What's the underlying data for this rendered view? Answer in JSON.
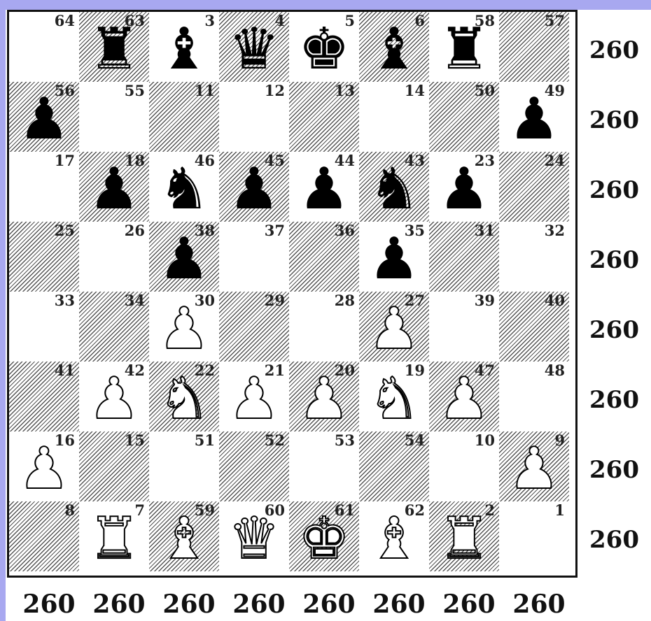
{
  "colors": {
    "frame": "#a8a8f0",
    "dark_square_hatch": "#555555",
    "light_square": "#ffffff"
  },
  "board": {
    "ranks": [
      [
        {
          "n": "64",
          "piece": "",
          "color": ""
        },
        {
          "n": "63",
          "piece": "rook",
          "color": "black"
        },
        {
          "n": "3",
          "piece": "bishop",
          "color": "black"
        },
        {
          "n": "4",
          "piece": "queen",
          "color": "black"
        },
        {
          "n": "5",
          "piece": "king",
          "color": "black"
        },
        {
          "n": "6",
          "piece": "bishop",
          "color": "black"
        },
        {
          "n": "58",
          "piece": "rook",
          "color": "black"
        },
        {
          "n": "57",
          "piece": "",
          "color": ""
        }
      ],
      [
        {
          "n": "56",
          "piece": "pawn",
          "color": "black"
        },
        {
          "n": "55",
          "piece": "",
          "color": ""
        },
        {
          "n": "11",
          "piece": "",
          "color": ""
        },
        {
          "n": "12",
          "piece": "",
          "color": ""
        },
        {
          "n": "13",
          "piece": "",
          "color": ""
        },
        {
          "n": "14",
          "piece": "",
          "color": ""
        },
        {
          "n": "50",
          "piece": "",
          "color": ""
        },
        {
          "n": "49",
          "piece": "pawn",
          "color": "black"
        }
      ],
      [
        {
          "n": "17",
          "piece": "",
          "color": ""
        },
        {
          "n": "18",
          "piece": "pawn",
          "color": "black"
        },
        {
          "n": "46",
          "piece": "knight",
          "color": "black"
        },
        {
          "n": "45",
          "piece": "pawn",
          "color": "black"
        },
        {
          "n": "44",
          "piece": "pawn",
          "color": "black"
        },
        {
          "n": "43",
          "piece": "knight",
          "color": "black"
        },
        {
          "n": "23",
          "piece": "pawn",
          "color": "black"
        },
        {
          "n": "24",
          "piece": "",
          "color": ""
        }
      ],
      [
        {
          "n": "25",
          "piece": "",
          "color": ""
        },
        {
          "n": "26",
          "piece": "",
          "color": ""
        },
        {
          "n": "38",
          "piece": "pawn",
          "color": "black"
        },
        {
          "n": "37",
          "piece": "",
          "color": ""
        },
        {
          "n": "36",
          "piece": "",
          "color": ""
        },
        {
          "n": "35",
          "piece": "pawn",
          "color": "black"
        },
        {
          "n": "31",
          "piece": "",
          "color": ""
        },
        {
          "n": "32",
          "piece": "",
          "color": ""
        }
      ],
      [
        {
          "n": "33",
          "piece": "",
          "color": ""
        },
        {
          "n": "34",
          "piece": "",
          "color": ""
        },
        {
          "n": "30",
          "piece": "pawn",
          "color": "white"
        },
        {
          "n": "29",
          "piece": "",
          "color": ""
        },
        {
          "n": "28",
          "piece": "",
          "color": ""
        },
        {
          "n": "27",
          "piece": "pawn",
          "color": "white"
        },
        {
          "n": "39",
          "piece": "",
          "color": ""
        },
        {
          "n": "40",
          "piece": "",
          "color": ""
        }
      ],
      [
        {
          "n": "41",
          "piece": "",
          "color": ""
        },
        {
          "n": "42",
          "piece": "pawn",
          "color": "white"
        },
        {
          "n": "22",
          "piece": "knight",
          "color": "white"
        },
        {
          "n": "21",
          "piece": "pawn",
          "color": "white"
        },
        {
          "n": "20",
          "piece": "pawn",
          "color": "white"
        },
        {
          "n": "19",
          "piece": "knight",
          "color": "white"
        },
        {
          "n": "47",
          "piece": "pawn",
          "color": "white"
        },
        {
          "n": "48",
          "piece": "",
          "color": ""
        }
      ],
      [
        {
          "n": "16",
          "piece": "pawn",
          "color": "white"
        },
        {
          "n": "15",
          "piece": "",
          "color": ""
        },
        {
          "n": "51",
          "piece": "",
          "color": ""
        },
        {
          "n": "52",
          "piece": "",
          "color": ""
        },
        {
          "n": "53",
          "piece": "",
          "color": ""
        },
        {
          "n": "54",
          "piece": "",
          "color": ""
        },
        {
          "n": "10",
          "piece": "",
          "color": ""
        },
        {
          "n": "9",
          "piece": "pawn",
          "color": "white"
        }
      ],
      [
        {
          "n": "8",
          "piece": "",
          "color": ""
        },
        {
          "n": "7",
          "piece": "rook",
          "color": "white"
        },
        {
          "n": "59",
          "piece": "bishop",
          "color": "white"
        },
        {
          "n": "60",
          "piece": "queen",
          "color": "white"
        },
        {
          "n": "61",
          "piece": "king",
          "color": "white"
        },
        {
          "n": "62",
          "piece": "bishop",
          "color": "white"
        },
        {
          "n": "2",
          "piece": "rook",
          "color": "white"
        },
        {
          "n": "1",
          "piece": "",
          "color": ""
        }
      ]
    ]
  },
  "rank_values": [
    "260",
    "260",
    "260",
    "260",
    "260",
    "260",
    "260",
    "260"
  ],
  "file_values": [
    "260",
    "260",
    "260",
    "260",
    "260",
    "260",
    "260",
    "260"
  ]
}
